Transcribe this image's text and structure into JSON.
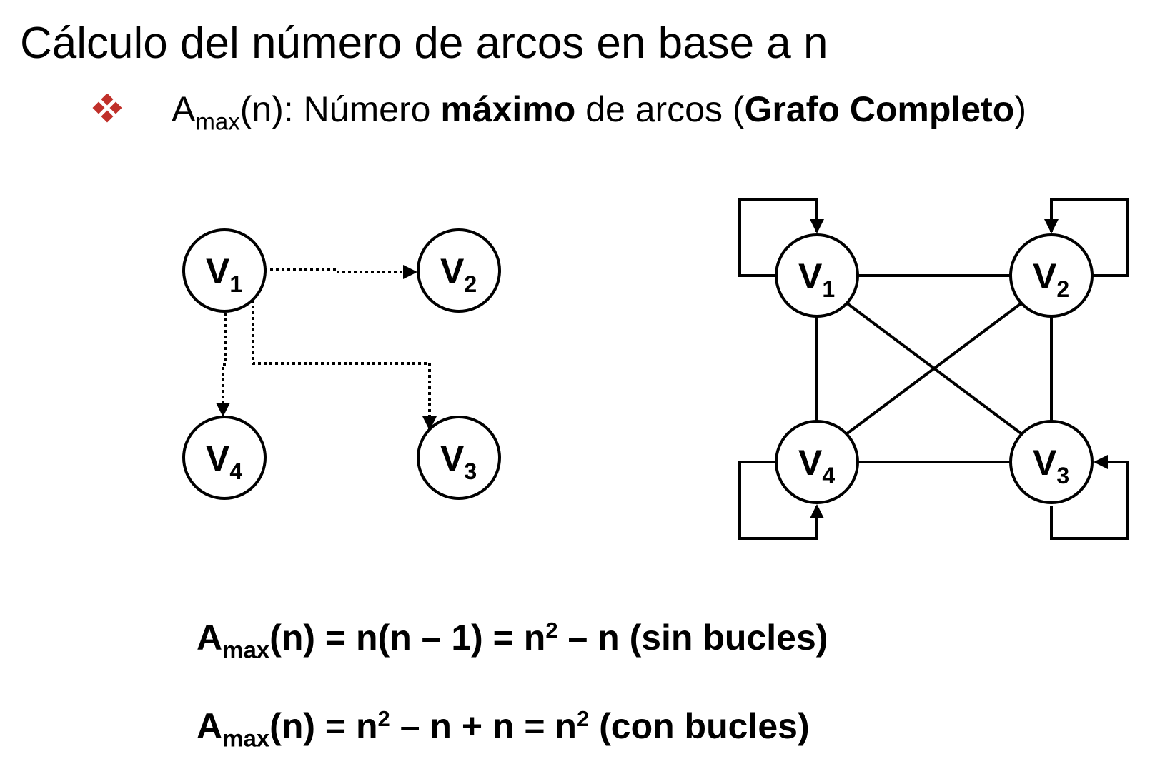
{
  "title": "Cálculo del número de arcos en base a n",
  "bullet": {
    "icon": "diamond-bullet-icon",
    "icon_color": "#c0302a",
    "a": "A",
    "sub": "max",
    "text_1": "(n): Número ",
    "bold_1": "máximo",
    "text_2": " de arcos (",
    "bold_2": "Grafo Completo",
    "text_3": ")"
  },
  "left_graph": {
    "vertices": [
      {
        "letter": "V",
        "sub": "1"
      },
      {
        "letter": "V",
        "sub": "2"
      },
      {
        "letter": "V",
        "sub": "3"
      },
      {
        "letter": "V",
        "sub": "4"
      }
    ],
    "edges": [
      [
        "1",
        "2"
      ],
      [
        "1",
        "3"
      ],
      [
        "1",
        "4"
      ]
    ],
    "edge_style": "dotted-directed"
  },
  "right_graph": {
    "vertices": [
      {
        "letter": "V",
        "sub": "1"
      },
      {
        "letter": "V",
        "sub": "2"
      },
      {
        "letter": "V",
        "sub": "3"
      },
      {
        "letter": "V",
        "sub": "4"
      }
    ],
    "edges": [
      [
        "1",
        "2"
      ],
      [
        "1",
        "4"
      ],
      [
        "2",
        "3"
      ],
      [
        "4",
        "3"
      ],
      [
        "1",
        "3"
      ],
      [
        "2",
        "4"
      ]
    ],
    "self_loops": [
      "1",
      "2",
      "3",
      "4"
    ],
    "edge_style": "solid"
  },
  "formulas": {
    "f1": {
      "a": "A",
      "sub": "max",
      "p1": "(n) = n(n – 1) = n",
      "sup": "2",
      "p2": " – n (sin bucles)"
    },
    "f2": {
      "a": "A",
      "sub": "max",
      "p1": "(n) = n",
      "sup1": "2",
      "p2": " – n + n = n",
      "sup2": "2",
      "p3": " (con bucles)"
    }
  }
}
